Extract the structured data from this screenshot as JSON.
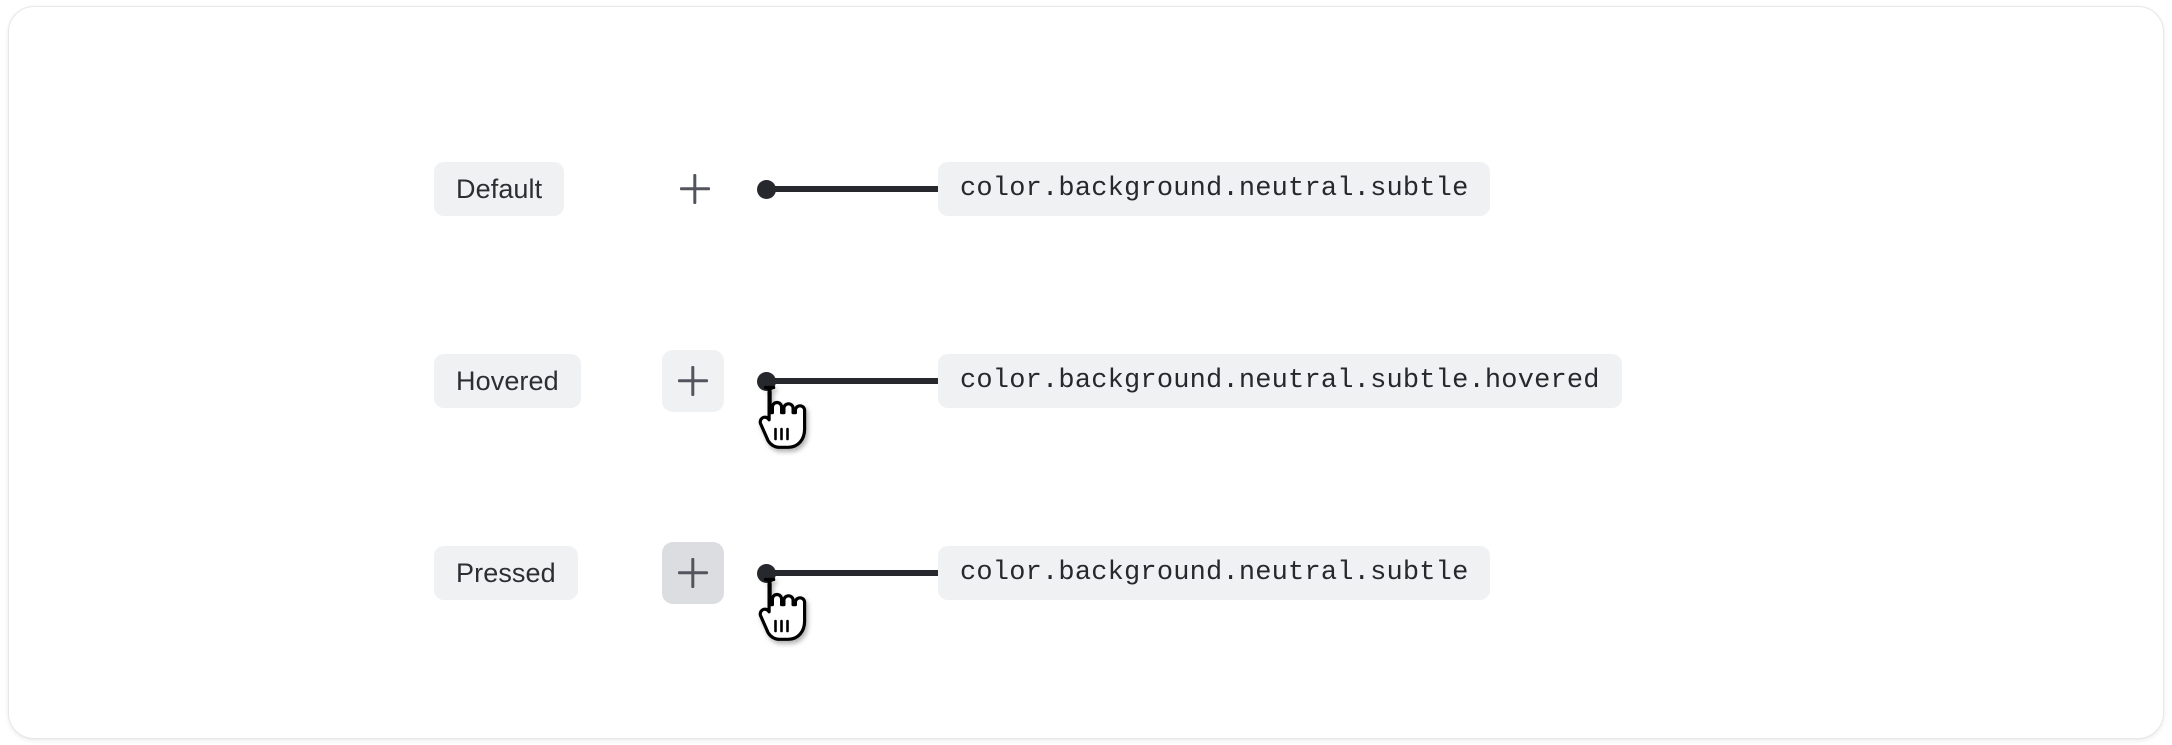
{
  "canvas": {
    "background": "#ffffff",
    "card_background": "#ffffff",
    "card_border_color": "#e7e8ea",
    "chip_background": "#f0f1f2",
    "chip_background_pressed": "#dcdde0",
    "connector_color": "#26282d",
    "icon_color": "#53555e"
  },
  "rows": [
    {
      "state_label": "Default",
      "icon": "plus-icon",
      "button_state": "default",
      "token": "color.background.neutral.subtle",
      "cursor_visible": false
    },
    {
      "state_label": "Hovered",
      "icon": "plus-icon",
      "button_state": "hovered",
      "token": "color.background.neutral.subtle.hovered",
      "cursor_visible": true
    },
    {
      "state_label": "Pressed",
      "icon": "plus-icon",
      "button_state": "pressed",
      "token": "color.background.neutral.subtle",
      "cursor_visible": true
    }
  ]
}
